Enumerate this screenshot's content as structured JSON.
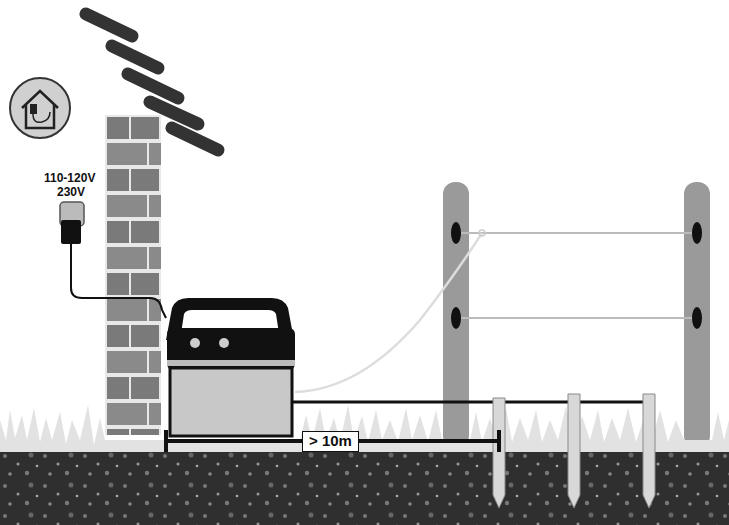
{
  "diagram": {
    "labels": [
      "110-120V",
      "230V",
      "> 10m"
    ]
  }
}
